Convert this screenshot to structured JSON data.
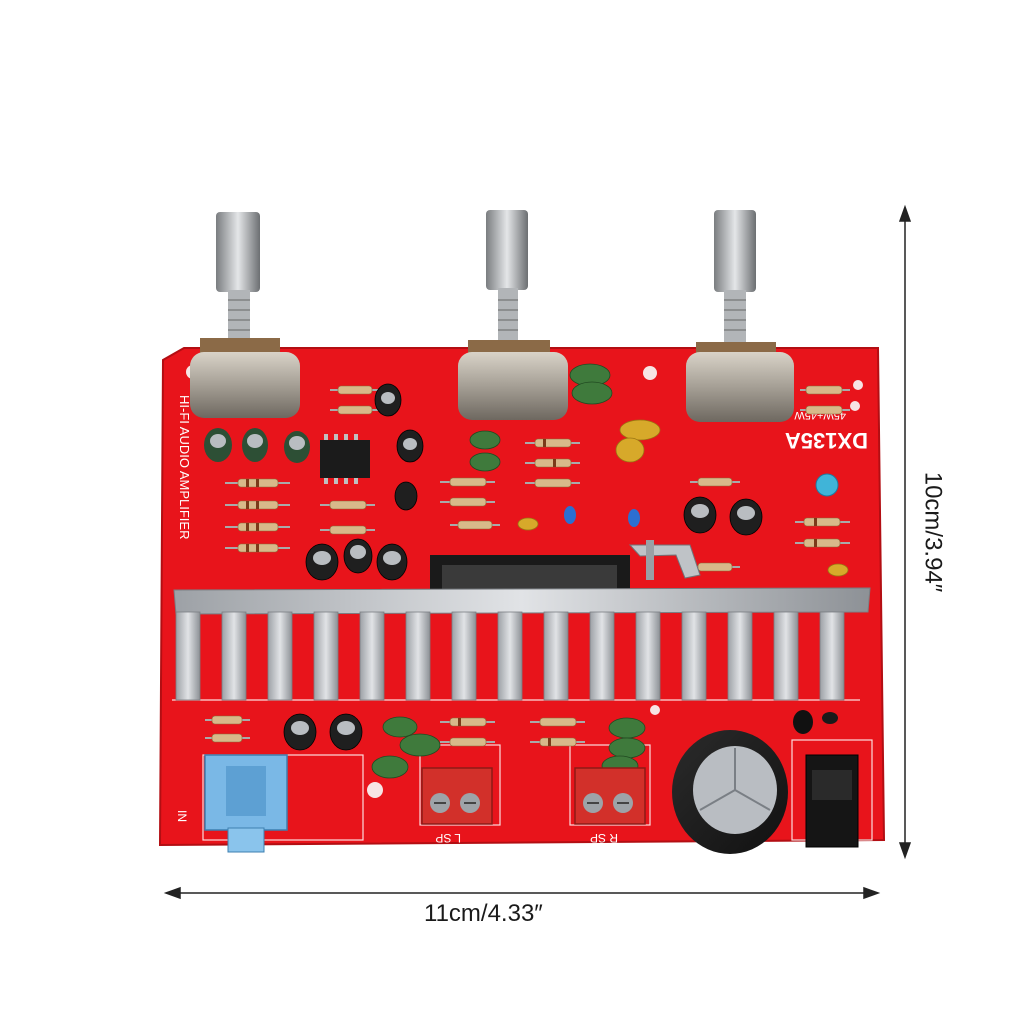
{
  "dimensions": {
    "width_label": "11cm/4.33″",
    "height_label": "10cm/3.94″"
  },
  "board": {
    "model": "DX135A",
    "caption": "HI-FI AUDIO AMPLIFIER",
    "power_rating": "45W+45W",
    "left_output": "L SP",
    "right_output": "R SP",
    "input_label": "IN",
    "colors": {
      "pcb": "#e8141b",
      "heatsink": "#c9ccd0",
      "jack": "#7ab8e6",
      "terminal": "#d2302a"
    }
  },
  "icons": [
    "potentiometer-icon",
    "heatsink-icon",
    "capacitor-icon",
    "audio-jack-icon",
    "screw-terminal-icon",
    "dc-jack-icon"
  ]
}
